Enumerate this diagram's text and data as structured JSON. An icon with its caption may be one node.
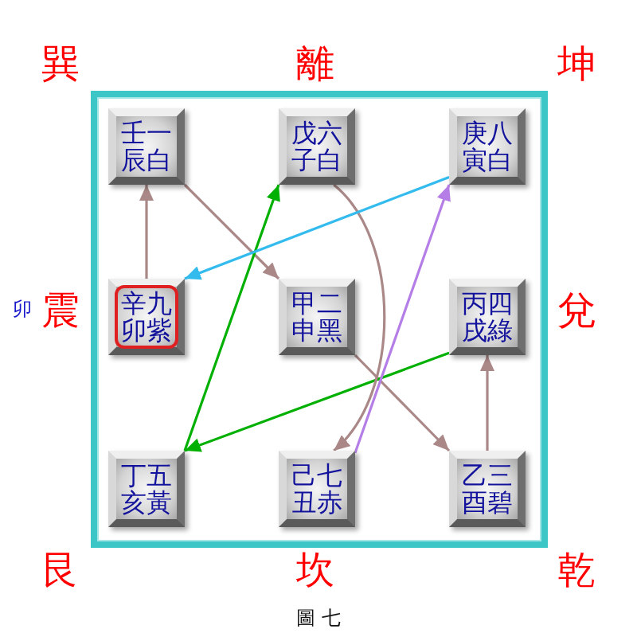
{
  "diagram": {
    "caption": "圖 七",
    "nodes": [
      {
        "text": [],
        "shape": "box"
      },
      {
        "text": [
          "壬一",
          "辰白"
        ],
        "in": 0
      },
      {
        "text": [
          "戊六",
          "子白"
        ],
        "in": 0
      },
      {
        "text": [
          "庚八",
          "寅白"
        ],
        "in": 0
      },
      {
        "text": [
          "辛九",
          "卯紫"
        ],
        "in": 0
      },
      {
        "text": [
          "甲二",
          "申黑"
        ],
        "in": 0
      },
      {
        "text": [
          "丙四",
          "戌綠"
        ],
        "in": 0
      },
      {
        "text": [
          "丁五",
          "亥黃"
        ],
        "in": 0
      },
      {
        "text": [
          "己七",
          "丑赤"
        ],
        "in": 0
      },
      {
        "text": [
          "乙三",
          "酉碧"
        ],
        "in": 0
      }
    ],
    "edges": [
      {
        "from": 1,
        "to": 5,
        "arrow": "to"
      },
      {
        "from": 5,
        "to": 9,
        "arrow": "to"
      },
      {
        "from": 9,
        "to": 6,
        "arrow": "to"
      },
      {
        "from": 6,
        "to": 7,
        "arrow": "to",
        "color": "#00b000"
      },
      {
        "from": 7,
        "to": 2,
        "arrow": "to",
        "color": "#00b000"
      },
      {
        "from": 2,
        "to": 8,
        "arrow": "to"
      },
      {
        "from": 8,
        "to": 3,
        "arrow": "to",
        "color": "#b57ee6"
      },
      {
        "from": 3,
        "to": 4,
        "arrow": "to",
        "color": "#33bbee"
      },
      {
        "from": 4,
        "to": 1,
        "arrow": "to"
      }
    ],
    "labels": [
      "巽",
      "離",
      "坤",
      "卯",
      "震",
      "兌",
      "艮",
      "坎",
      "乾"
    ]
  }
}
